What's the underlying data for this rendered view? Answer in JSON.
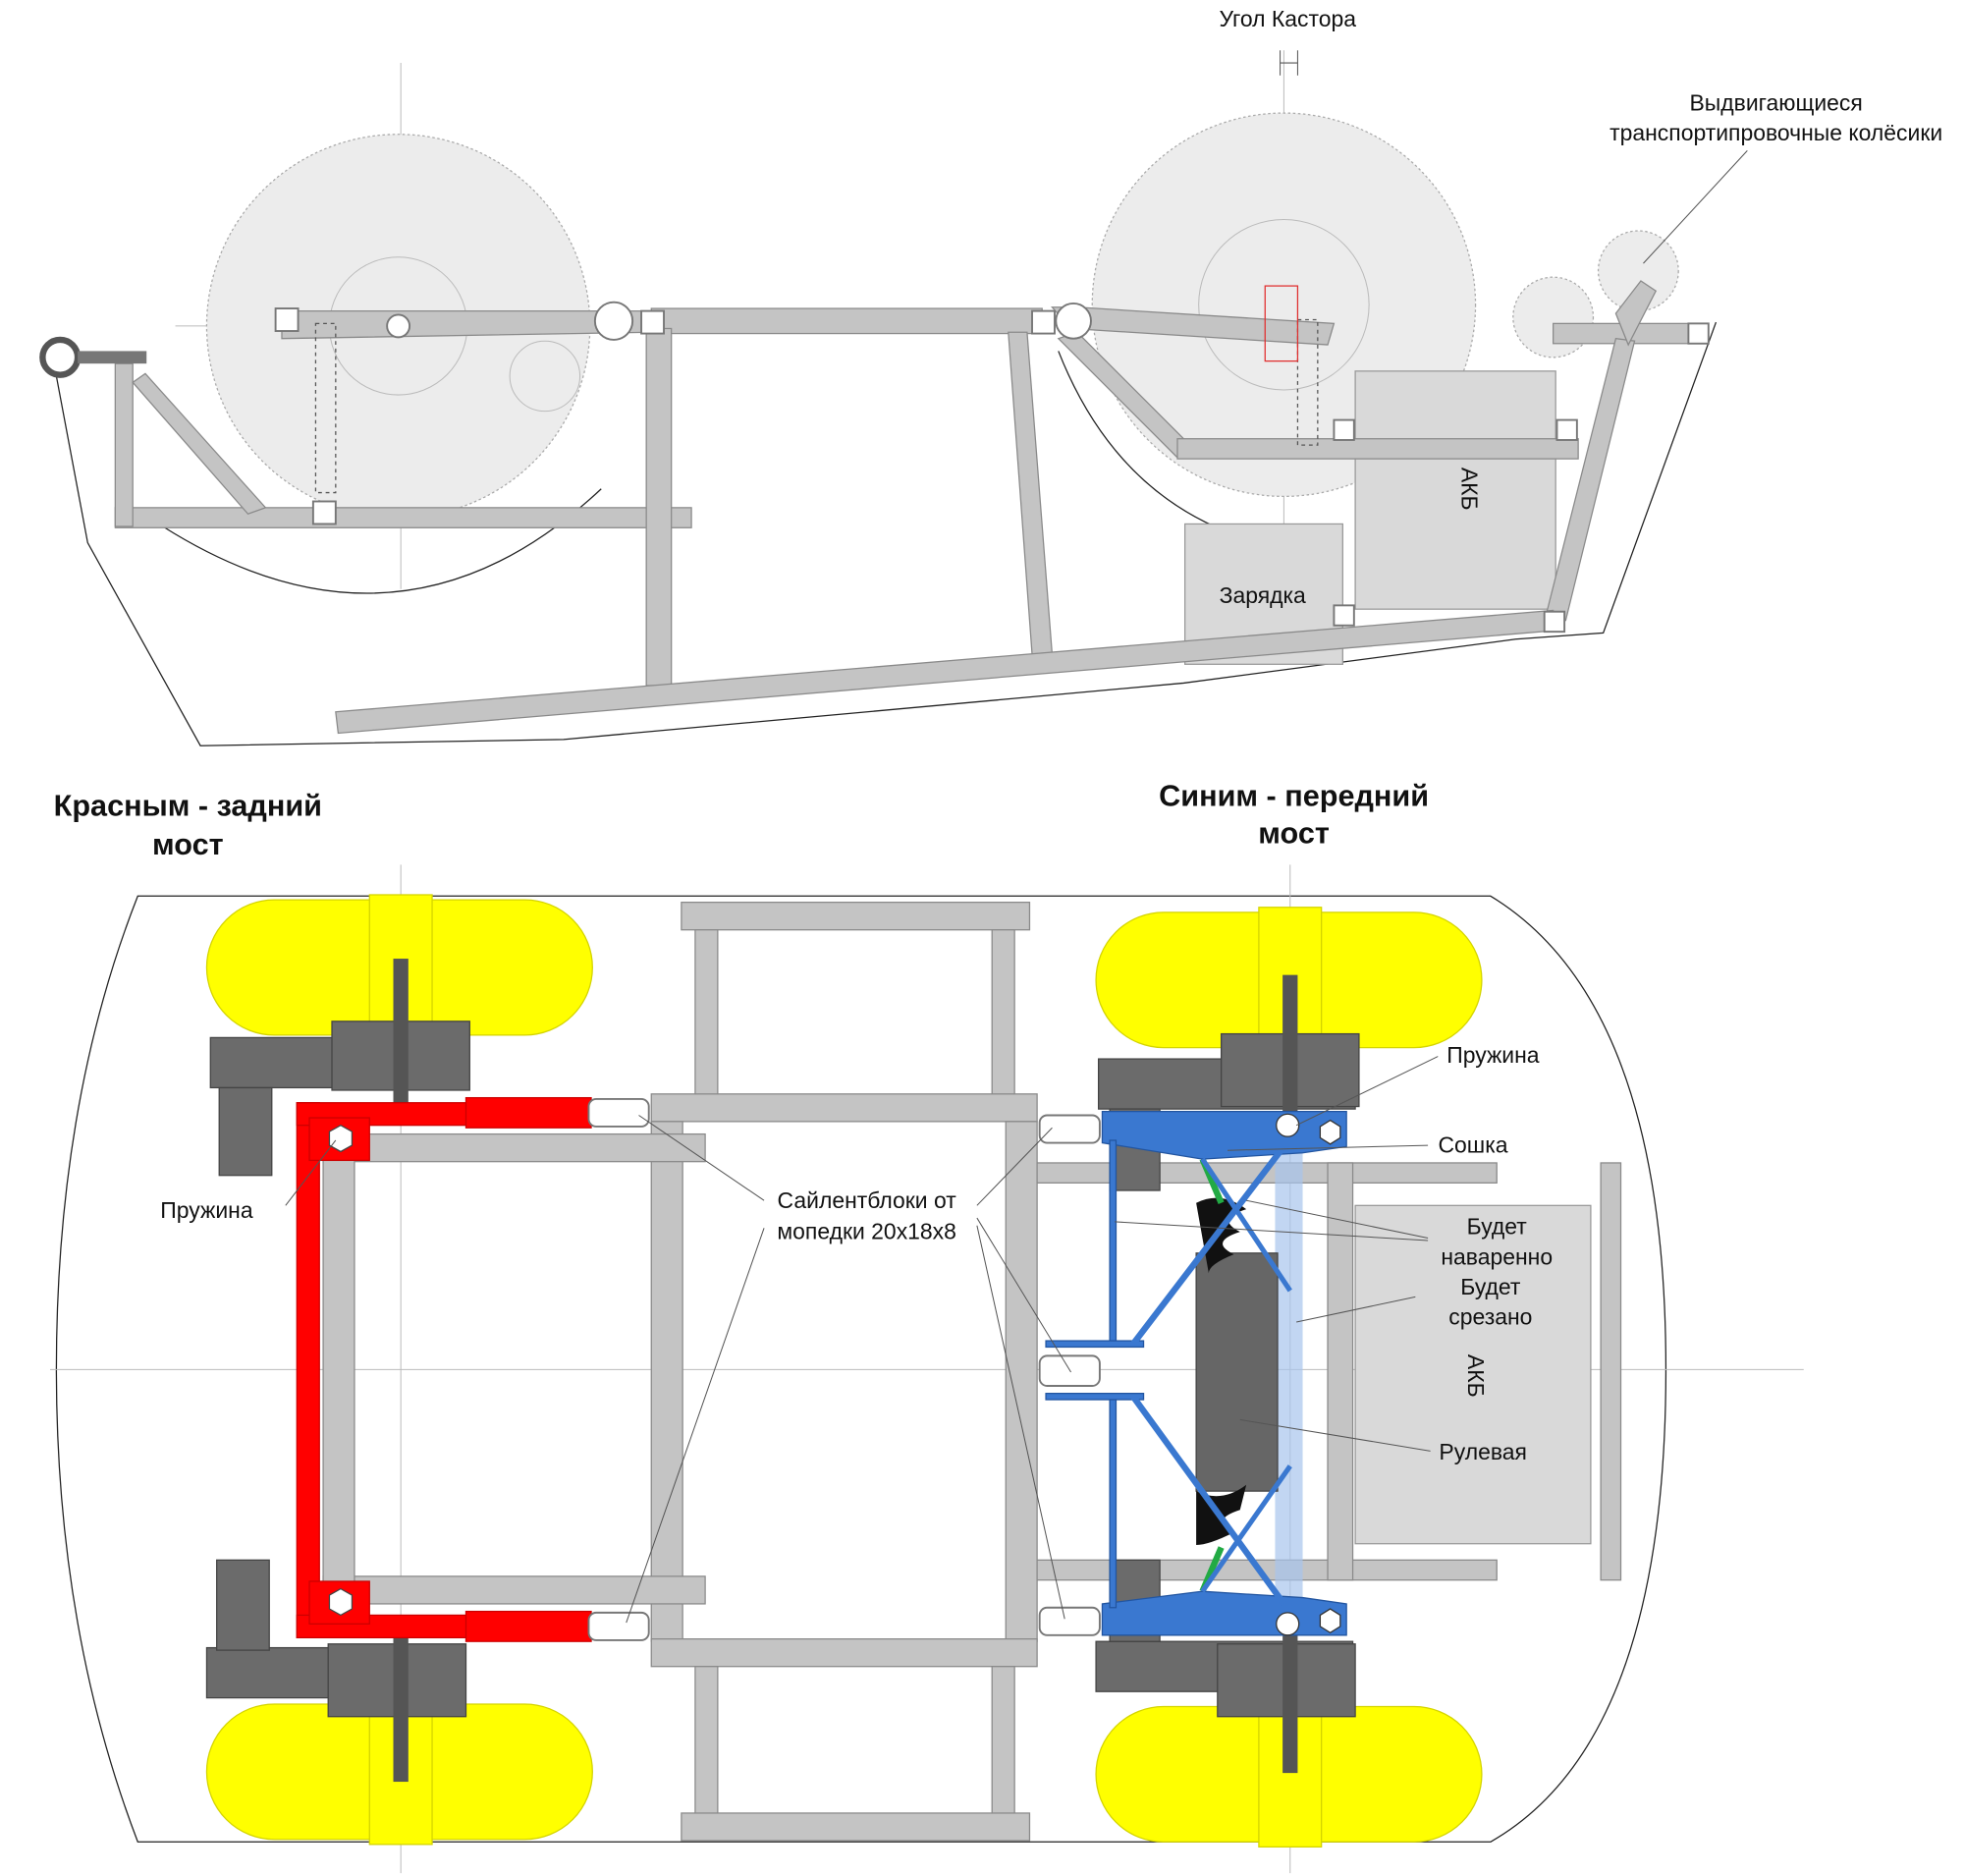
{
  "side_view": {
    "caster_angle_label": "Угол Кастора",
    "retractable_wheels_label": [
      "Выдвигающиеся",
      "транспортипровочные колёсики"
    ],
    "battery_label": "АКБ",
    "charger_label": "Зарядка"
  },
  "top_view": {
    "rear_axle_title": [
      "Красным - задний",
      "мост"
    ],
    "front_axle_title": [
      "Синим - передний",
      "мост"
    ],
    "rear_spring_label": "Пружина",
    "bushings_label": [
      "Сайлентблоки от",
      "мопедки 20х18х8"
    ],
    "front_spring_label": "Пружина",
    "pitman_arm_label": "Сошка",
    "to_be_welded_label": [
      "Будет",
      "наваренно"
    ],
    "to_be_cut_label": [
      "Будет",
      "срезано"
    ],
    "battery_label": "АКБ",
    "steering_label": "Рулевая"
  },
  "colors": {
    "rear_axle": "#ff0000",
    "front_axle": "#3a78d0",
    "tires": "#ffff00",
    "steering_link": "#22aa44"
  }
}
